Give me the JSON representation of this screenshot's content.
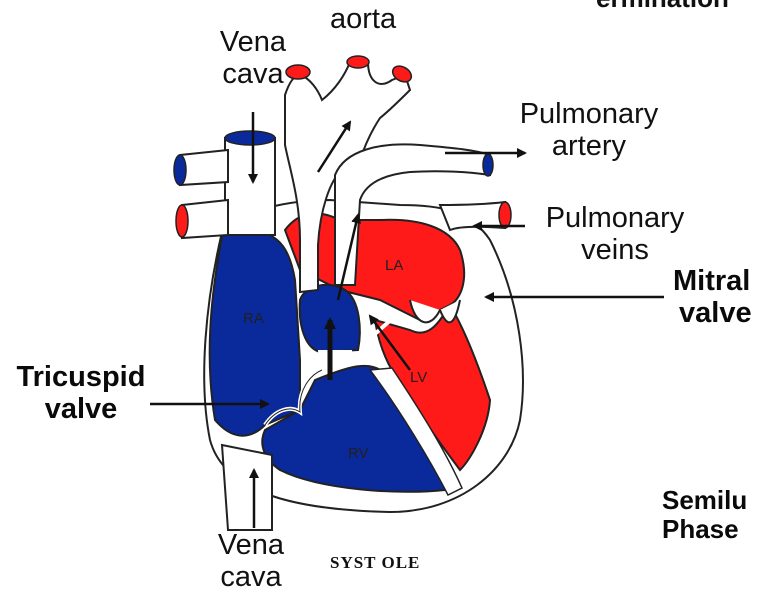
{
  "labels": {
    "header_partial": "ermination",
    "aorta": "aorta",
    "vena_cava_top": [
      "Vena",
      "cava"
    ],
    "pulmonary_artery": [
      "Pulmonary",
      "artery"
    ],
    "pulmonary_veins": [
      "Pulmonary",
      "veins"
    ],
    "mitral_valve": [
      "Mitral",
      "valve"
    ],
    "tricuspid_valve": [
      "Tricuspid",
      "valve"
    ],
    "vena_cava_bottom": [
      "Vena",
      "cava"
    ],
    "semilunar_phase": [
      "Semilu",
      "Phase"
    ],
    "caption": "SYST OLE"
  },
  "chambers": {
    "ra": "RA",
    "la": "LA",
    "rv": "RV",
    "lv": "LV"
  },
  "colors": {
    "deoxygenated": "#0a2a9c",
    "oxygenated": "#ff1a1a",
    "outline": "#222222",
    "vessel_fill": "#ffffff"
  }
}
